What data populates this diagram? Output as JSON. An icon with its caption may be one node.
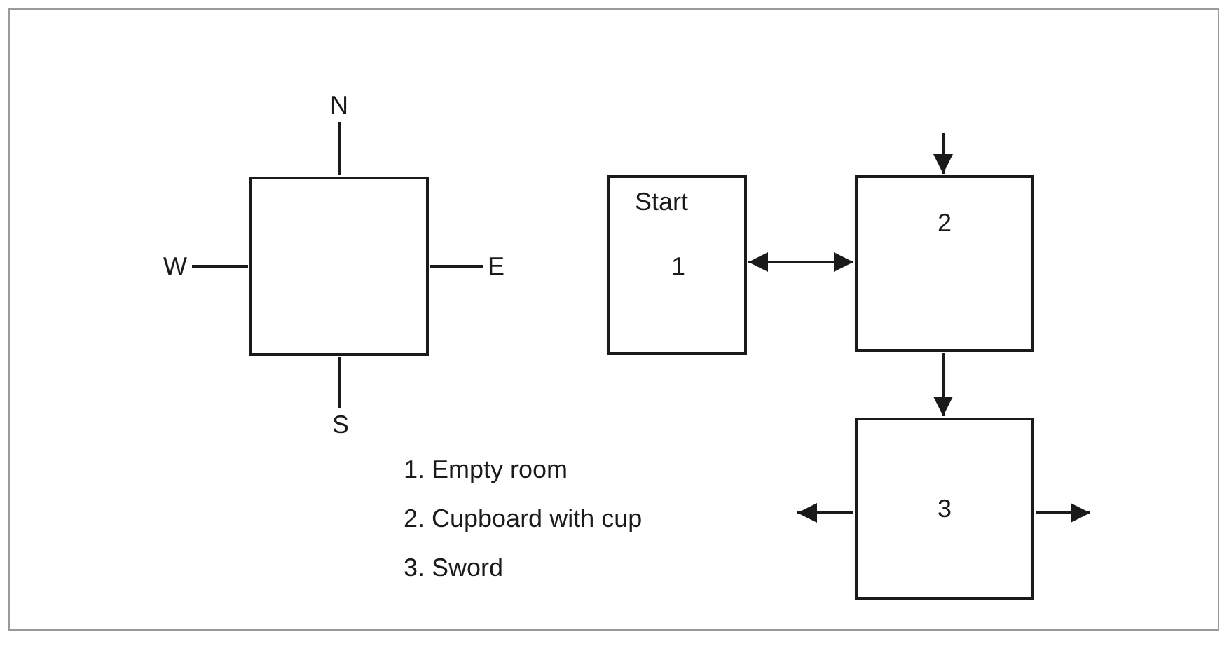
{
  "diagram": {
    "nodes": [
      {
        "text": [],
        "shape": "box"
      },
      {
        "text": [
          "N"
        ]
      },
      {
        "text": [
          "W"
        ]
      },
      {
        "text": [
          "E"
        ]
      },
      {
        "text": [
          "S"
        ]
      },
      {
        "text": [
          "Start",
          "1"
        ]
      },
      {
        "text": [
          "2"
        ]
      },
      {
        "text": [
          "3"
        ]
      }
    ],
    "edges": [
      {
        "from": 0,
        "to": 1,
        "arrow": "none"
      },
      {
        "from": 0,
        "to": 2,
        "arrow": "none"
      },
      {
        "from": 0,
        "to": 3,
        "arrow": "none"
      },
      {
        "from": 0,
        "to": 4,
        "arrow": "none"
      },
      {
        "from": null,
        "to": 6,
        "arrow": "to"
      },
      {
        "from": 5,
        "to": 6,
        "arrow": "both"
      },
      {
        "from": 6,
        "to": 7,
        "arrow": "to"
      },
      {
        "from": 7,
        "to": null,
        "arrow": "to"
      },
      {
        "from": 7,
        "to": null,
        "arrow": "to"
      }
    ],
    "labels": [
      "1. Empty room",
      "2. Cupboard with cup",
      "3. Sword"
    ]
  }
}
